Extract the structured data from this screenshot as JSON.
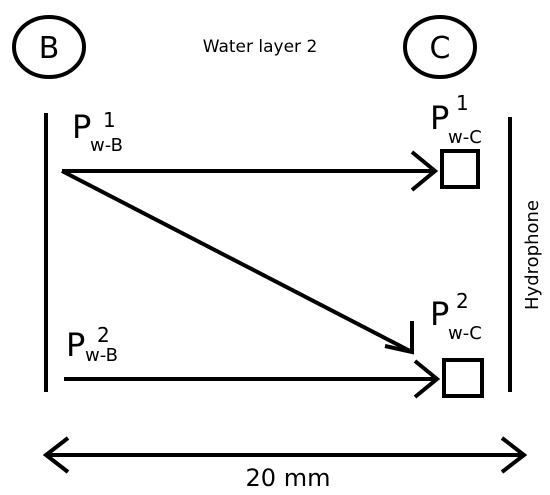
{
  "nodes": {
    "b_label": "B",
    "c_label": "C"
  },
  "title": "Water layer 2",
  "pressure_labels": {
    "p1_wb_main": "P",
    "p1_wb_sup": "1",
    "p1_wb_sub": "w-B",
    "p1_wc_main": "P",
    "p1_wc_sup": "1",
    "p1_wc_sub": "w-C",
    "p2_wb_main": "P",
    "p2_wb_sup": "2",
    "p2_wb_sub": "w-B",
    "p2_wc_main": "P",
    "p2_wc_sup": "2",
    "p2_wc_sub": "w-C"
  },
  "hydrophone_label": "Hydrophone",
  "scale_label": "20 mm",
  "colors": {
    "stroke": "#000000",
    "background": "#ffffff"
  }
}
